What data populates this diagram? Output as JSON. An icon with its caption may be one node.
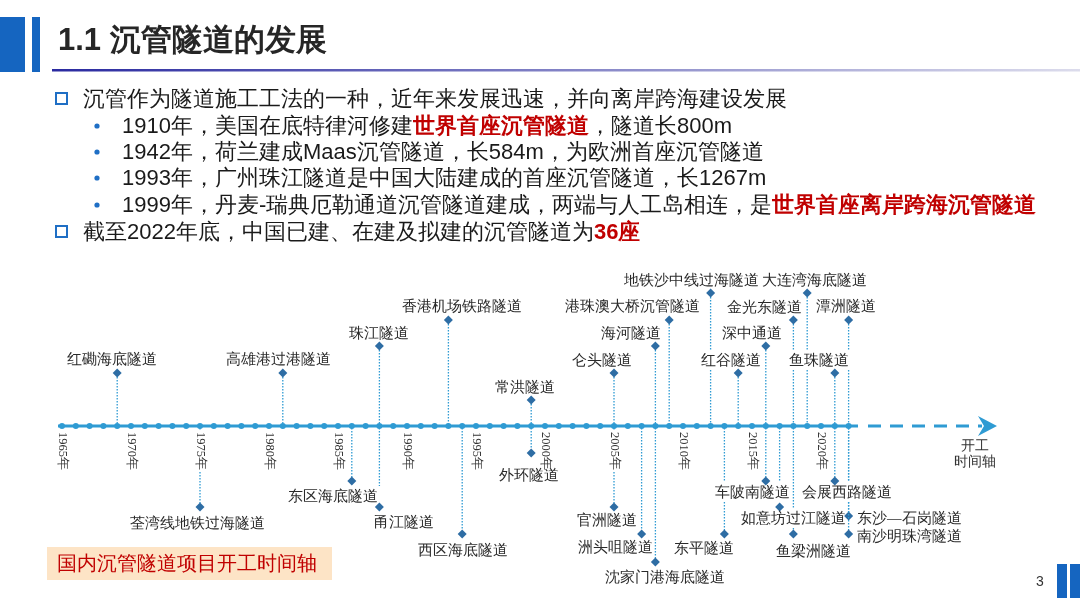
{
  "diagram": {
    "title": "1.1 沉管隧道的发展",
    "nodes": [
      {
        "text": [
          "国内沉管隧道项目开工时间轴"
        ]
      }
    ],
    "labels": [
      "沉管作为隧道施工工法的一种，近年来发展迅速，并向离岸跨海建设发展",
      "1910年，美国在底特律河修建**世界首座沉管隧道**，隧道长800m",
      "1942年，荷兰建成Maas沉管隧道，长584m，为欧洲首座沉管隧道",
      "1993年，广州珠江隧道是中国大陆建成的首座沉管隧道，长1267m",
      "1999年，丹麦-瑞典厄勒通道沉管隧道建成，两端与人工岛相连，是**世界首座离岸跨海沉管隧道**",
      "截至2022年底，中国已建、在建及拟建的沉管隧道为**36座**",
      "地铁沙中线过海隧道",
      "大连湾海底隧道",
      "香港机场铁路隧道",
      "港珠澳大桥沉管隧道",
      "金光东隧道",
      "潭洲隧道",
      "珠江隧道",
      "海河隧道",
      "深中通道",
      "红磡海底隧道",
      "高雄港过港隧道",
      "仑头隧道",
      "红谷隧道",
      "鱼珠隧道",
      "常洪隧道",
      "1965年",
      "1970年",
      "1975年",
      "1980年",
      "1985年",
      "1990年",
      "1995年",
      "2000年",
      "2005年",
      "2010年",
      "2015年",
      "2020年",
      "开工时间轴",
      "外环隧道",
      "东区海底隧道",
      "车陂南隧道",
      "会展西路隧道",
      "荃湾线地铁过海隧道",
      "甬江隧道",
      "官洲隧道",
      "如意坊过江隧道",
      "东沙—石岗隧道",
      "西区海底隧道",
      "洲头咀隧道",
      "东平隧道",
      "鱼梁洲隧道",
      "南沙明珠湾隧道",
      "沈家门港海底隧道",
      "3"
    ]
  }
}
